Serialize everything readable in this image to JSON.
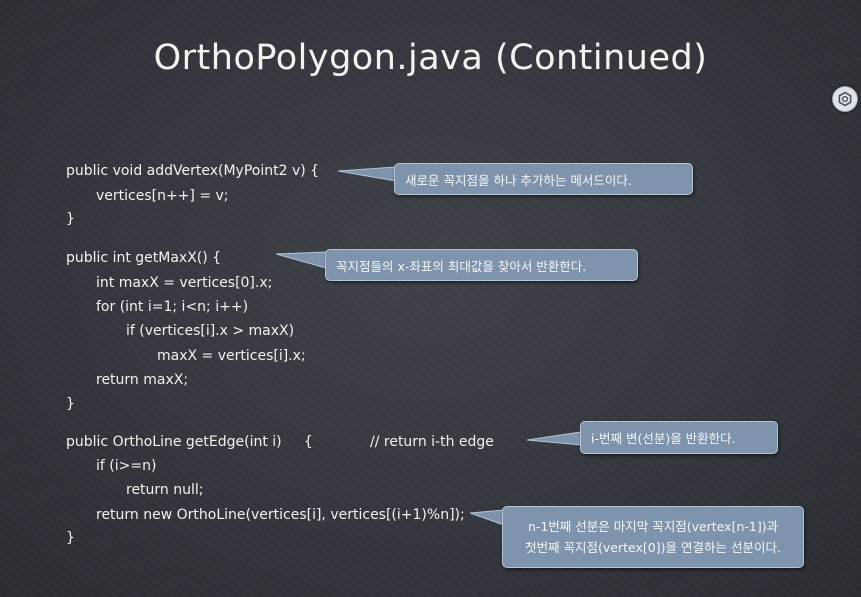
{
  "slide": {
    "title": "OrthoPolygon.java (Continued)",
    "nav_icon": "settings-hexagon-icon"
  },
  "code": {
    "lines": [
      "public void addVertex(MyPoint2 v) {",
      "vertices[n++] = v;",
      "}",
      "public int getMaxX() {",
      "int maxX = vertices[0].x;",
      "for (int i=1; i<n; i++)",
      "if (vertices[i].x > maxX)",
      "maxX = vertices[i].x;",
      "return maxX;",
      "}",
      "public OrthoLine getEdge(int i)     {",
      "// return i-th edge",
      "if (i>=n)",
      "return null;",
      "return new OrthoLine(vertices[i], vertices[(i+1)%n]);",
      "}"
    ]
  },
  "callouts": {
    "add_vertex": "새로운 꼭지점을 하나 추가하는 메서드이다.",
    "get_max_x": "꼭지점들의 x-좌표의 최대값을 찾아서 반환한다.",
    "get_edge": "i-번째 변(선분)을 반환한다.",
    "last_edge_line1": "n-1번째 선분은 마지막 꼭지점(vertex[n-1])과",
    "last_edge_line2": "첫번째 꼭지점(vertex[0])을 연결하는 선분이다."
  },
  "colors": {
    "background": "#373b41",
    "text": "#f2f2ee",
    "callout_fill": "#7e94ad",
    "callout_border": "#b7c4d3"
  }
}
